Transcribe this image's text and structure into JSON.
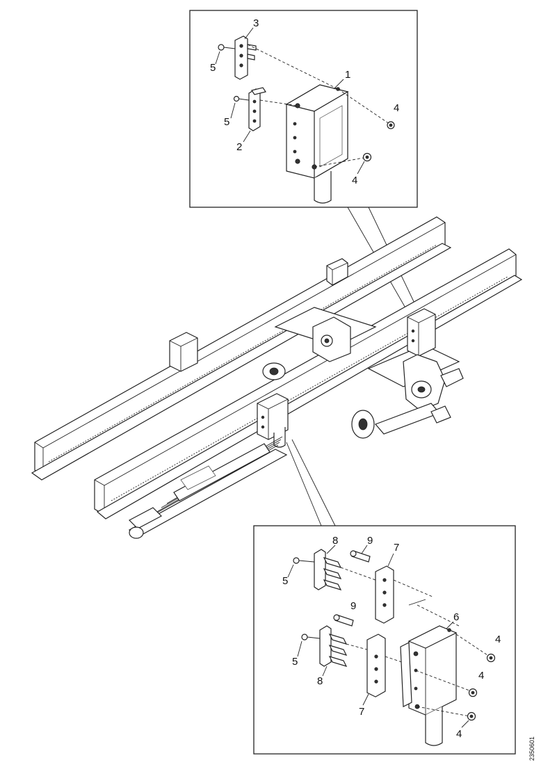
{
  "figure": {
    "reference": "2350601",
    "callouts": {
      "top_1": "1",
      "top_2": "2",
      "top_3": "3",
      "top_4a": "4",
      "top_4b": "4",
      "top_5a": "5",
      "top_5b": "5",
      "bot_4a": "4",
      "bot_4b": "4",
      "bot_4c": "4",
      "bot_5a": "5",
      "bot_5b": "5",
      "bot_6": "6",
      "bot_7a": "7",
      "bot_7b": "7",
      "bot_8a": "8",
      "bot_8b": "8",
      "bot_9a": "9",
      "bot_9b": "9"
    }
  }
}
